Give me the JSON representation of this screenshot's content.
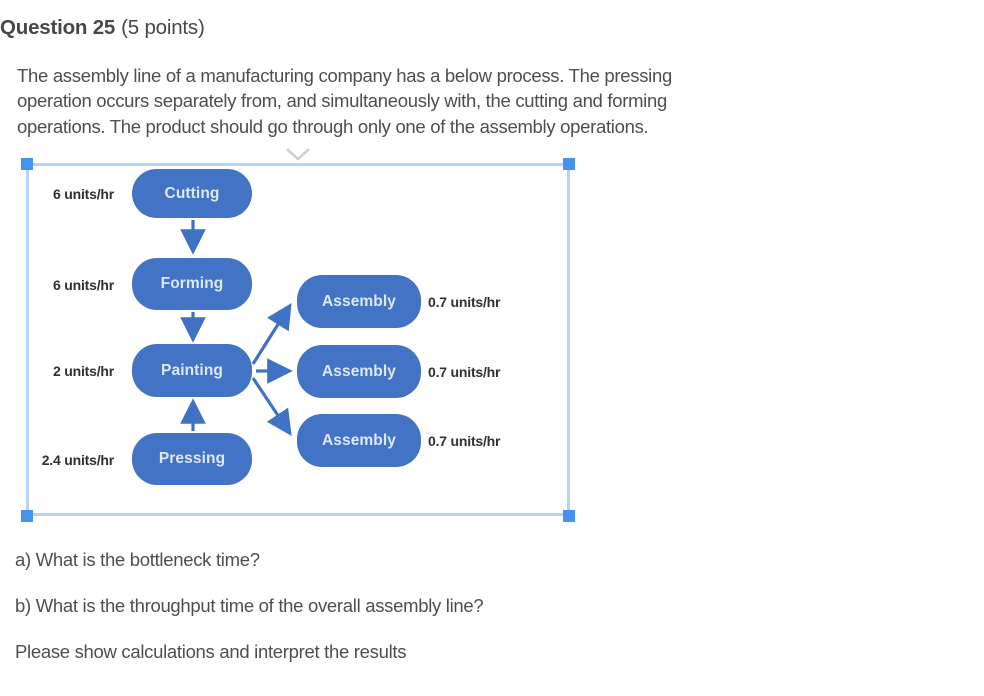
{
  "header": {
    "title": "Question 25",
    "points": "(5 points)"
  },
  "question": {
    "lines": [
      "The assembly line of a manufacturing company has a below process. The pressing",
      "operation occurs separately from, and simultaneously with, the cutting and forming",
      "operations. The product should go through only one of the assembly operations."
    ]
  },
  "diagram": {
    "type": "process-flow",
    "nodes": [
      {
        "label": "Cutting",
        "rate": "6 units/hr"
      },
      {
        "label": "Forming",
        "rate": "6 units/hr"
      },
      {
        "label": "Painting",
        "rate": "2 units/hr"
      },
      {
        "label": "Pressing",
        "rate": "2.4 units/hr"
      },
      {
        "label": "Assembly",
        "rate": "0.7 units/hr"
      },
      {
        "label": "Assembly",
        "rate": "0.7 units/hr"
      },
      {
        "label": "Assembly",
        "rate": "0.7 units/hr"
      }
    ],
    "edges": [
      "Cutting -> Forming",
      "Forming -> Painting",
      "Pressing -> Painting",
      "Painting -> Assembly (top)",
      "Painting -> Assembly (middle)",
      "Painting -> Assembly (bottom)"
    ],
    "colors": {
      "node_fill": "#4273c5",
      "node_text": "#dee8f8",
      "arrow": "#4072c4",
      "selection_border": "#b5d5f8",
      "selection_handle": "#4493f0"
    }
  },
  "sub_questions": {
    "a": "a) What is the bottleneck time?",
    "b": "b) What is the throughput time of the overall assembly line?",
    "note": "Please show calculations and interpret the results"
  }
}
